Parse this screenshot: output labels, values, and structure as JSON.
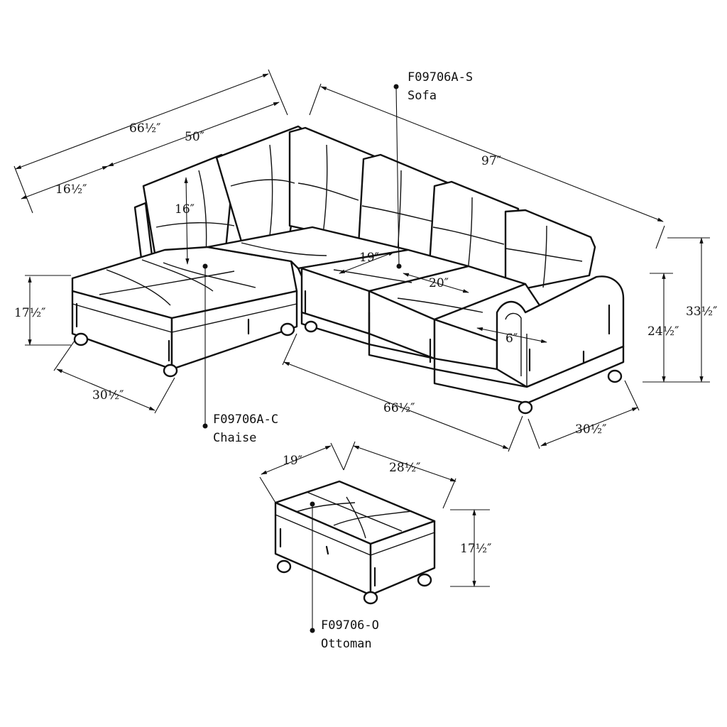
{
  "dimensions": {
    "chaise_total_width": "66½″",
    "sofa_back_width": "50″",
    "chaise_arm_width": "16½″",
    "back_cushion_height": "16″",
    "seat_depth_19": "19″",
    "seat_width_20": "20″",
    "arm_width_6": "6″",
    "sofa_length": "97″",
    "seat_height_left": "17½″",
    "arm_height": "24½″",
    "total_height": "33½″",
    "chaise_depth": "30½″",
    "sofa_base_width": "66½″",
    "sofa_depth": "30½″",
    "ottoman_depth": "19″",
    "ottoman_width": "28½″",
    "ottoman_height": "17½″"
  },
  "parts": {
    "sofa_code": "F09706A-S",
    "sofa_name": "Sofa",
    "chaise_code": "F09706A-C",
    "chaise_name": "Chaise",
    "ottoman_code": "F09706-O",
    "ottoman_name": "Ottoman"
  }
}
